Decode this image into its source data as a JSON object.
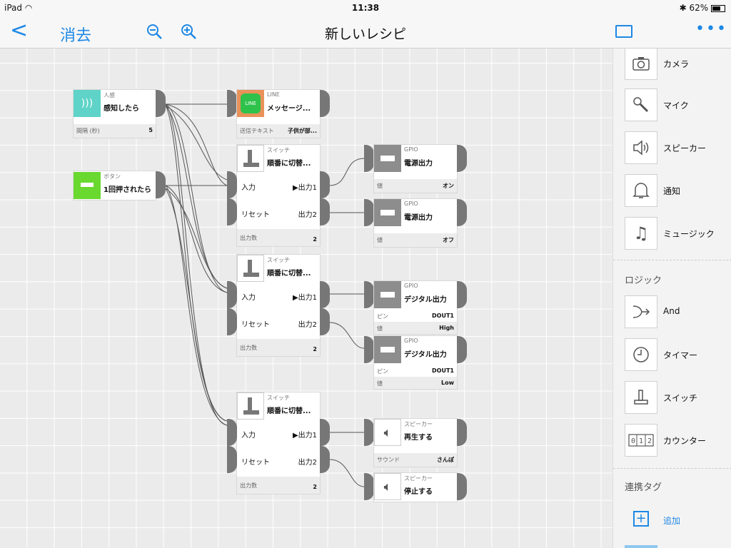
{
  "status": {
    "left": "iPad",
    "time": "11:38",
    "battery": "62%"
  },
  "nav": {
    "back_icon": "<",
    "clear": "消去",
    "title": "新しいレシピ",
    "more": "•••"
  },
  "nodes": {
    "sensor": {
      "cat": "人感",
      "name": "感知したら",
      "prop_label": "間隔 (秒)",
      "prop_value": "5"
    },
    "button": {
      "cat": "ボタン",
      "name": "1回押されたら"
    },
    "line": {
      "cat": "LINE",
      "name": "メッセージ...",
      "prop_label": "送信テキスト",
      "prop_value": "子供が部..."
    },
    "switch1": {
      "cat": "スイッチ",
      "name": "順番に切替...",
      "in1": "入力",
      "out1": "▶出力1",
      "in2": "リセット",
      "out2": "出力2",
      "prop_label": "出力数",
      "prop_value": "2"
    },
    "switch2": {
      "cat": "スイッチ",
      "name": "順番に切替...",
      "in1": "入力",
      "out1": "▶出力1",
      "in2": "リセット",
      "out2": "出力2",
      "prop_label": "出力数",
      "prop_value": "2"
    },
    "switch3": {
      "cat": "スイッチ",
      "name": "順番に切替...",
      "in1": "入力",
      "out1": "▶出力1",
      "in2": "リセット",
      "out2": "出力2",
      "prop_label": "出力数",
      "prop_value": "2"
    },
    "gpio1": {
      "cat": "GPIO",
      "name": "電源出力",
      "prop_label": "値",
      "prop_value": "オン"
    },
    "gpio2": {
      "cat": "GPIO",
      "name": "電源出力",
      "prop_label": "値",
      "prop_value": "オフ"
    },
    "gpio3": {
      "cat": "GPIO",
      "name": "デジタル出力",
      "pin_label": "ピン",
      "pin_value": "DOUT1",
      "prop_label": "値",
      "prop_value": "High"
    },
    "gpio4": {
      "cat": "GPIO",
      "name": "デジタル出力",
      "pin_label": "ピン",
      "pin_value": "DOUT1",
      "prop_label": "値",
      "prop_value": "Low"
    },
    "speaker1": {
      "cat": "スピーカー",
      "name": "再生する",
      "prop_label": "サウンド",
      "prop_value": "さんぽ"
    },
    "speaker2": {
      "cat": "スピーカー",
      "name": "停止する"
    }
  },
  "sidebar": {
    "items_top": [
      "カメラ",
      "マイク",
      "スピーカー",
      "通知",
      "ミュージック"
    ],
    "logic_title": "ロジック",
    "items_logic": [
      "And",
      "タイマー",
      "スイッチ",
      "カウンター"
    ],
    "tag_title": "連携タグ",
    "add_label": "追加"
  }
}
